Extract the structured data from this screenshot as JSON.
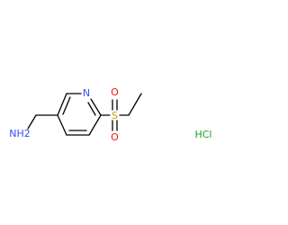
{
  "molecule": {
    "atom_labels": {
      "ring_nitrogen": "N",
      "amine": "NH2",
      "sulfur": "S",
      "oxygen_top": "O",
      "oxygen_bottom": "O",
      "salt": "HCl"
    },
    "colors": {
      "bond": "#000000",
      "nitrogen": "#3050F8",
      "sulfur": "#C8A000",
      "oxygen": "#FF0D0D",
      "chlorine": "#1FA01F",
      "salt_hydrogen": "#000000"
    }
  }
}
